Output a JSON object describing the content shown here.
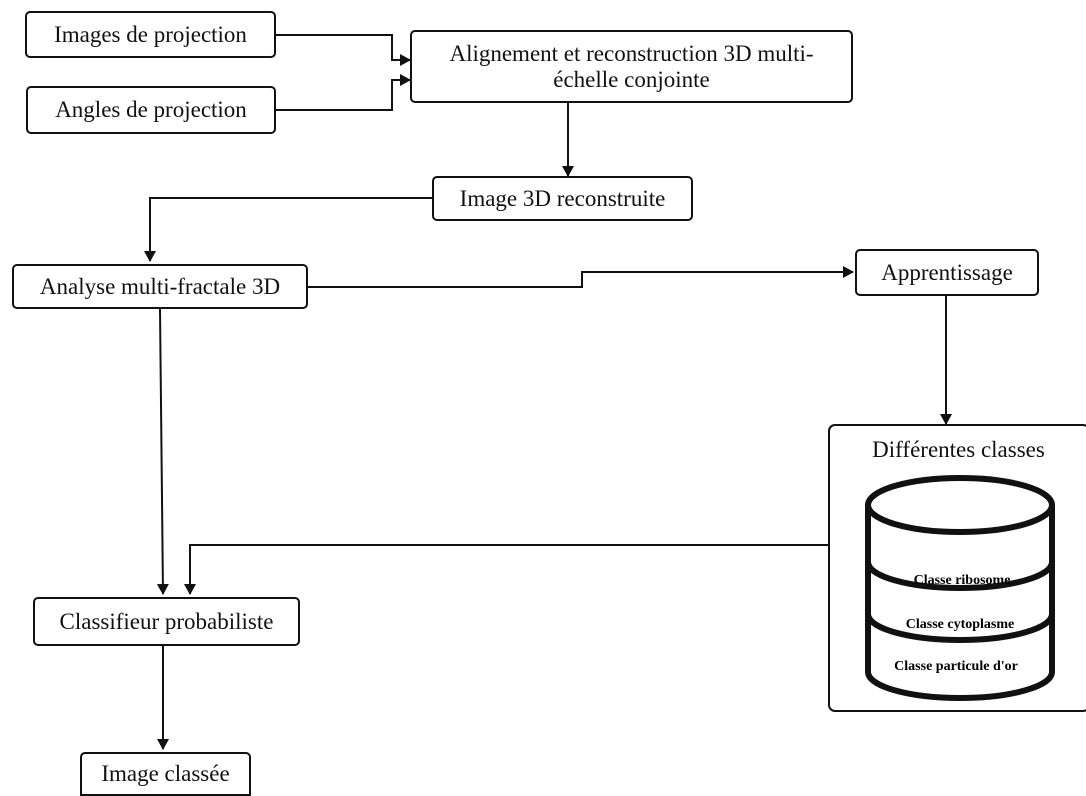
{
  "nodes": {
    "images_projection": "Images de projection",
    "angles_projection": "Angles de projection",
    "alignment": "Alignement et reconstruction 3D  multi-échelle conjointe",
    "image_3d": "Image 3D reconstruite",
    "multifractal": "Analyse multi-fractale 3D",
    "learning": "Apprentissage",
    "classifier": "Classifieur probabiliste",
    "classified_image": "Image classée"
  },
  "classes_panel": {
    "title": "Différentes classes",
    "classes": [
      "Classe ribosome",
      "Classe cytoplasme",
      "Classe particule d'or"
    ]
  },
  "alignment_lines": [
    "Alignement et reconstruction 3D  multi-",
    "échelle conjointe"
  ],
  "colors": {
    "stroke": "#111111",
    "background": "#ffffff"
  }
}
